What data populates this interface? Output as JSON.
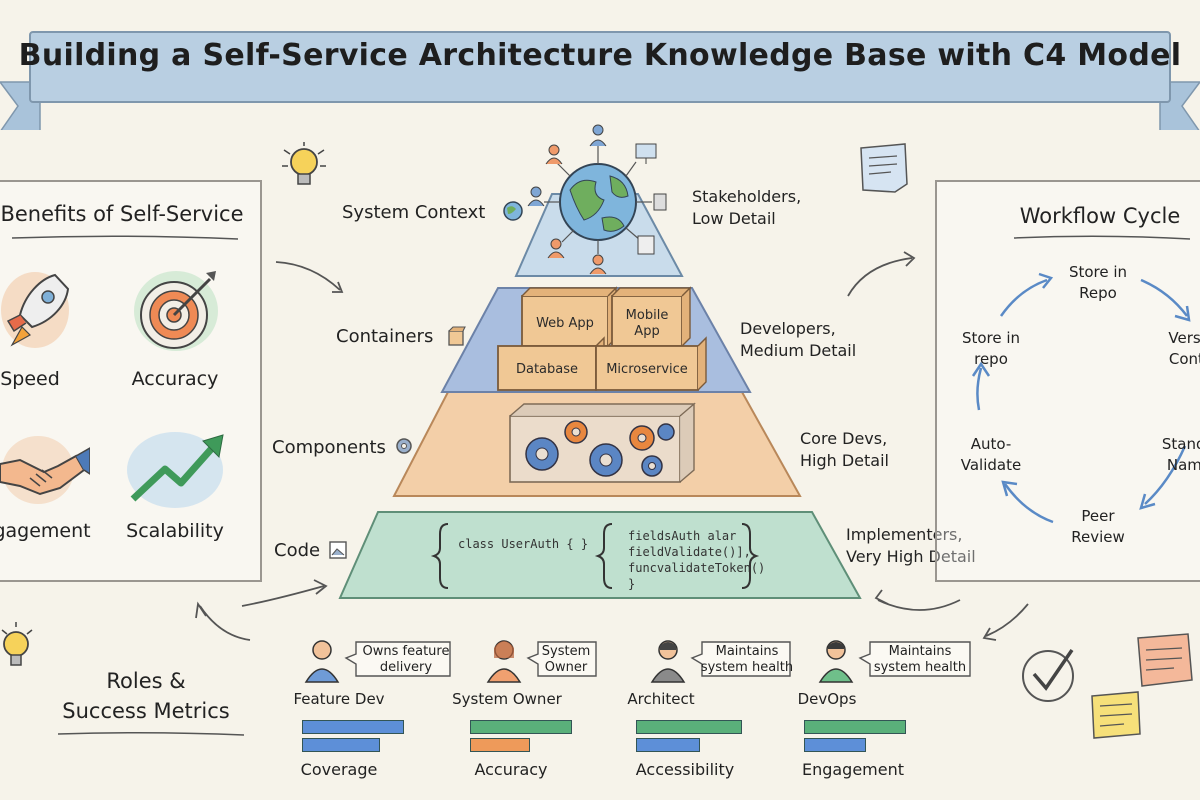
{
  "title": "Building a Self-Service Architecture Knowledge Base with C4 Model",
  "benefits": {
    "heading": "Benefits of Self-Service",
    "items": [
      "Speed",
      "Accuracy",
      "Engagement",
      "Scalability"
    ]
  },
  "pyramid": {
    "levels": [
      {
        "name": "System Context",
        "audience": [
          "Stakeholders,",
          "Low Detail"
        ]
      },
      {
        "name": "Containers",
        "audience": [
          "Developers,",
          "Medium Detail"
        ]
      },
      {
        "name": "Components",
        "audience": [
          "Core Devs,",
          "High Detail"
        ]
      },
      {
        "name": "Code",
        "audience": [
          "Implementers,",
          "Very High Detail"
        ]
      }
    ],
    "container_boxes": [
      "Web App",
      "Mobile App",
      "Database",
      "Microservice"
    ],
    "code_left": "class UserAuth { }",
    "code_right": [
      "fieldsAuth alar",
      "fieldValidate()],",
      "funcvalidateToken()",
      "}"
    ]
  },
  "workflow": {
    "heading": "Workflow Cycle",
    "steps": [
      "Store in Repo",
      "Version Control",
      "Standard Naming",
      "Peer Review",
      "Auto-Validate",
      "Store in repo"
    ]
  },
  "roles": {
    "heading": [
      "Roles &",
      "Success Metrics"
    ],
    "items": [
      {
        "name": "Feature Dev",
        "note": [
          "Owns feature",
          "delivery"
        ],
        "metric": "Coverage"
      },
      {
        "name": "System Owner",
        "note": [
          "System",
          "Owner"
        ],
        "metric": "Accuracy"
      },
      {
        "name": "Architect",
        "note": [
          "Maintains",
          "system health"
        ],
        "metric": "Accessibility"
      },
      {
        "name": "DevOps",
        "note": [
          "Maintains",
          "system health"
        ],
        "metric": "Engagement"
      }
    ]
  },
  "colors": {
    "banner": "#b9cfe2",
    "tier_context": "#c9dceb",
    "tier_containers": "#a9bedf",
    "tier_components": "#f3cfa8",
    "tier_code": "#bfe0cf",
    "bar_blue": "#5d8fd8",
    "bar_green": "#5ab07a",
    "bar_orange": "#ee9a5a"
  }
}
